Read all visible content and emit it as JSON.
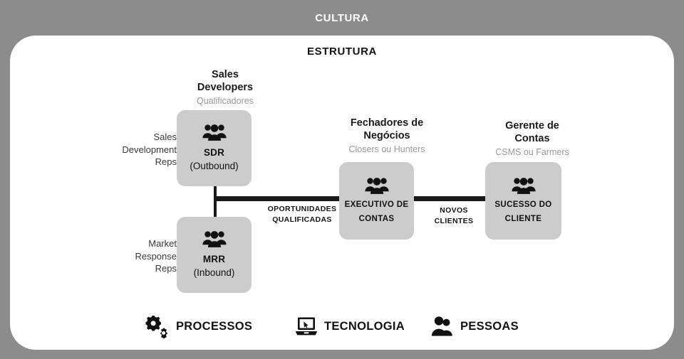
{
  "banner": {
    "cultura_label": "CULTURA",
    "estrutura_label": "ESTRUTURA"
  },
  "colors": {
    "background": "#8c8c8c",
    "panel": "#ffffff",
    "box_fill": "#cccccc",
    "line": "#1a1a1a",
    "heading_text": "#1b1b1b",
    "subtitle_text": "#9a9a9a"
  },
  "role_groups": [
    {
      "id": "sales-developers",
      "title_line1": "Sales",
      "title_line2": "Developers",
      "subtitle": "Qualificadores"
    },
    {
      "id": "fechadores-de-negocios",
      "title_line1": "Fechadores de",
      "title_line2": "Negócios",
      "subtitle": "Closers ou Hunters"
    },
    {
      "id": "gerente-de-contas",
      "title_line1": "Gerente de",
      "title_line2": "Contas",
      "subtitle": "CSMS ou Farmers"
    }
  ],
  "side_labels": [
    {
      "id": "sales-development-reps",
      "line1": "Sales",
      "line2": "Development",
      "line3": "Reps"
    },
    {
      "id": "market-response-reps",
      "line1": "Market",
      "line2": "Response",
      "line3": "Reps"
    }
  ],
  "boxes": [
    {
      "id": "sdr",
      "icon": "group-people-icon",
      "name": "SDR",
      "mode": "(Outbound)"
    },
    {
      "id": "mrr",
      "icon": "group-people-icon",
      "name": "MRR",
      "mode": "(Inbound)"
    },
    {
      "id": "executivo-de-contas",
      "icon": "group-people-icon",
      "name_line1": "EXECUTIVO DE",
      "name_line2": "CONTAS"
    },
    {
      "id": "sucesso-do-cliente",
      "icon": "group-people-icon",
      "name_line1": "SUCESSO DO",
      "name_line2": "CLIENTE"
    }
  ],
  "flow_labels": [
    {
      "id": "oportunidades-qualificadas",
      "line1": "OPORTUNIDADES",
      "line2": "QUALIFICADAS"
    },
    {
      "id": "novos-clientes",
      "line1": "NOVOS",
      "line2": "CLIENTES"
    }
  ],
  "pillars": [
    {
      "id": "processos",
      "icon": "gears-icon",
      "label": "PROCESSOS"
    },
    {
      "id": "tecnologia",
      "icon": "laptop-icon",
      "label": "TECNOLOGIA"
    },
    {
      "id": "pessoas",
      "icon": "people-icon",
      "label": "PESSOAS"
    }
  ]
}
